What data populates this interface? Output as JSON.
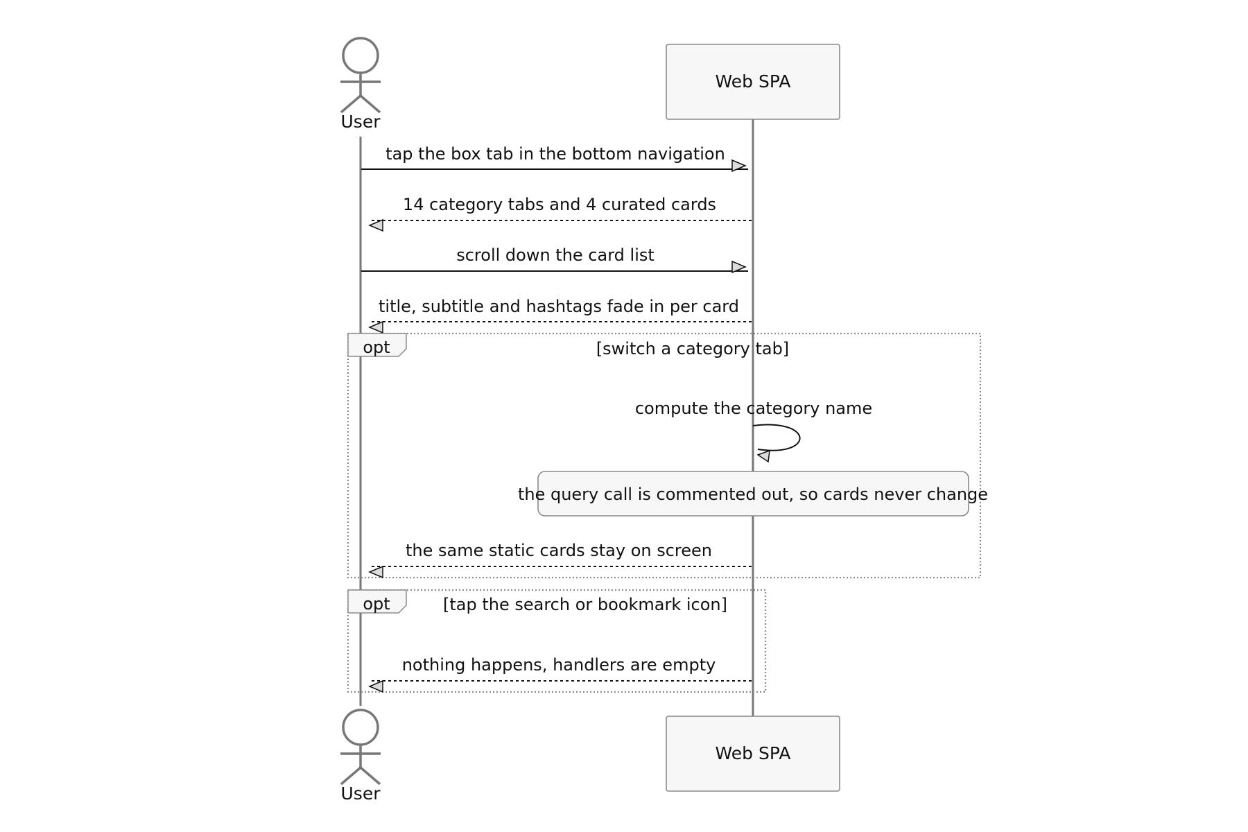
{
  "participants": {
    "user": {
      "label": "User"
    },
    "web_spa": {
      "label": "Web SPA"
    }
  },
  "messages": [
    {
      "text": "tap the box tab in the bottom navigation",
      "style": "solid",
      "direction": "right"
    },
    {
      "text": "14 category tabs and 4 curated cards",
      "style": "dashed",
      "direction": "left"
    },
    {
      "text": "scroll down the card list",
      "style": "solid",
      "direction": "right"
    },
    {
      "text": "title, subtitle and hashtags fade in per card",
      "style": "dashed",
      "direction": "left"
    }
  ],
  "fragments": [
    {
      "keyword": "opt",
      "condition": "[switch a category tab]",
      "self_message": "compute the category name",
      "note": "the query call is commented out, so cards never change",
      "reply": "the same static cards stay on screen"
    },
    {
      "keyword": "opt",
      "condition": "[tap the search or bookmark icon]",
      "reply": "nothing happens, handlers are empty"
    }
  ],
  "colors": {
    "line": "#111111",
    "box_fill": "#f7f7f7",
    "box_stroke": "#8a8a8a",
    "lifeline": "#777777"
  }
}
